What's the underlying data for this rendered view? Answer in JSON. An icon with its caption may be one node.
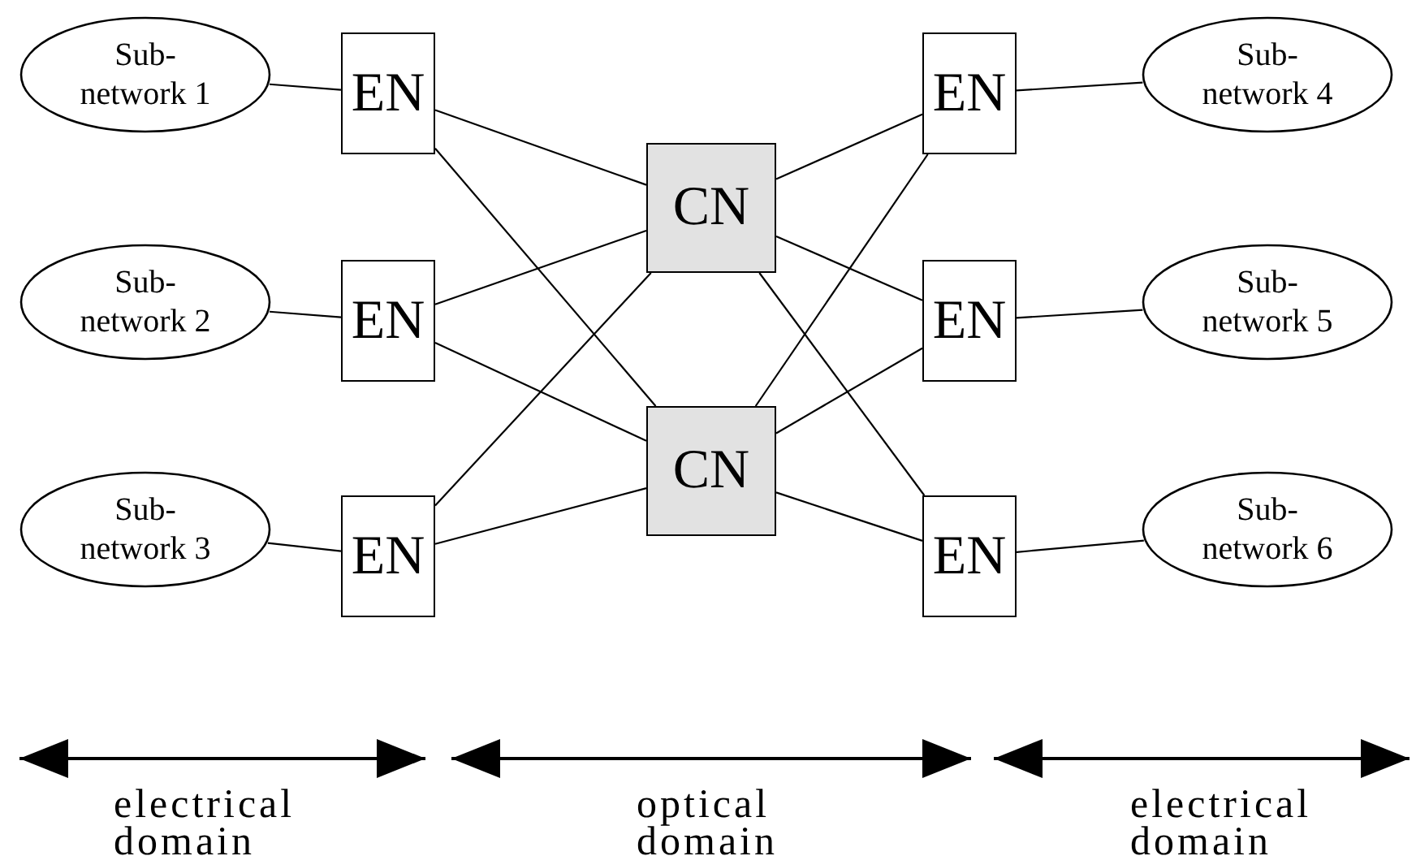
{
  "diagram": {
    "nodes": [
      {
        "text": [
          "Sub- network 1"
        ]
      },
      {
        "text": [
          "EN"
        ]
      },
      {
        "text": [
          "Sub- network 2"
        ]
      },
      {
        "text": [
          "EN"
        ]
      },
      {
        "text": [
          "Sub- network 3"
        ]
      },
      {
        "text": [
          "EN"
        ]
      },
      {
        "text": [
          "CN"
        ]
      },
      {
        "text": [
          "CN"
        ]
      },
      {
        "text": [
          "EN"
        ]
      },
      {
        "text": [
          "Sub- network 4"
        ]
      },
      {
        "text": [
          "EN"
        ]
      },
      {
        "text": [
          "Sub- network 5"
        ]
      },
      {
        "text": [
          "EN"
        ]
      },
      {
        "text": [
          "Sub- network 6"
        ]
      }
    ],
    "edges": [
      {
        "from": 0,
        "to": 1,
        "arrow": "none"
      },
      {
        "from": 2,
        "to": 3,
        "arrow": "none"
      },
      {
        "from": 4,
        "to": 5,
        "arrow": "none"
      },
      {
        "from": 1,
        "to": 6,
        "arrow": "none"
      },
      {
        "from": 1,
        "to": 7,
        "arrow": "none"
      },
      {
        "from": 3,
        "to": 6,
        "arrow": "none"
      },
      {
        "from": 3,
        "to": 7,
        "arrow": "none"
      },
      {
        "from": 5,
        "to": 6,
        "arrow": "none"
      },
      {
        "from": 5,
        "to": 7,
        "arrow": "none"
      },
      {
        "from": 6,
        "to": 8,
        "arrow": "none"
      },
      {
        "from": 6,
        "to": 10,
        "arrow": "none"
      },
      {
        "from": 6,
        "to": 12,
        "arrow": "none"
      },
      {
        "from": 7,
        "to": 8,
        "arrow": "none"
      },
      {
        "from": 7,
        "to": 10,
        "arrow": "none"
      },
      {
        "from": 7,
        "to": 12,
        "arrow": "none"
      },
      {
        "from": 8,
        "to": 9,
        "arrow": "none"
      },
      {
        "from": 10,
        "to": 11,
        "arrow": "none"
      },
      {
        "from": 12,
        "to": 13,
        "arrow": "none"
      }
    ],
    "labels": [
      "electrical domain",
      "optical domain",
      "electrical domain"
    ]
  }
}
